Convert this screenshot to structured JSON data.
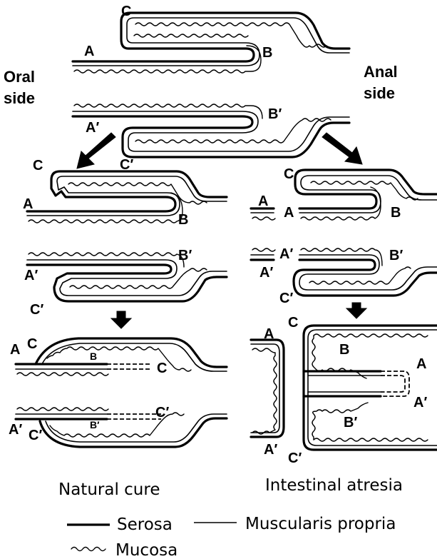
{
  "labels": {
    "oral_side": [
      "Oral",
      "side"
    ],
    "anal_side": [
      "Anal",
      "side"
    ],
    "top": {
      "C": "C",
      "A": "A",
      "B": "B",
      "A_prime": "A′",
      "B_prime": "B′",
      "C_prime": "C′"
    },
    "left_mid": {
      "C": "C",
      "A": "A",
      "B": "B",
      "B_prime": "B′",
      "A_prime": "A′",
      "C_prime": "C′"
    },
    "left_bottom": {
      "A": "A",
      "C": "C",
      "B_small": "B",
      "C_end": "C",
      "A_prime": "A′",
      "C_prime": "C′",
      "B_prime_small": "B′",
      "C_prime_end": "C′"
    },
    "right_mid": {
      "C": "C",
      "A_stub": "A",
      "A": "A",
      "B": "B",
      "A_prime_stub": "A′",
      "A_prime": "A′",
      "B_prime": "B′",
      "C_prime": "C′"
    },
    "right_bottom": {
      "A": "A",
      "C": "C",
      "B": "B",
      "A_end": "A",
      "A_prime_end": "A′",
      "B_prime": "B′",
      "A_prime": "A′",
      "C_prime": "C′"
    }
  },
  "captions": {
    "natural_cure": "Natural cure",
    "intestinal_atresia": "Intestinal atresia"
  },
  "legend": {
    "serosa": "Serosa",
    "muscularis": "Muscularis propria",
    "mucosa": "Mucosa"
  }
}
